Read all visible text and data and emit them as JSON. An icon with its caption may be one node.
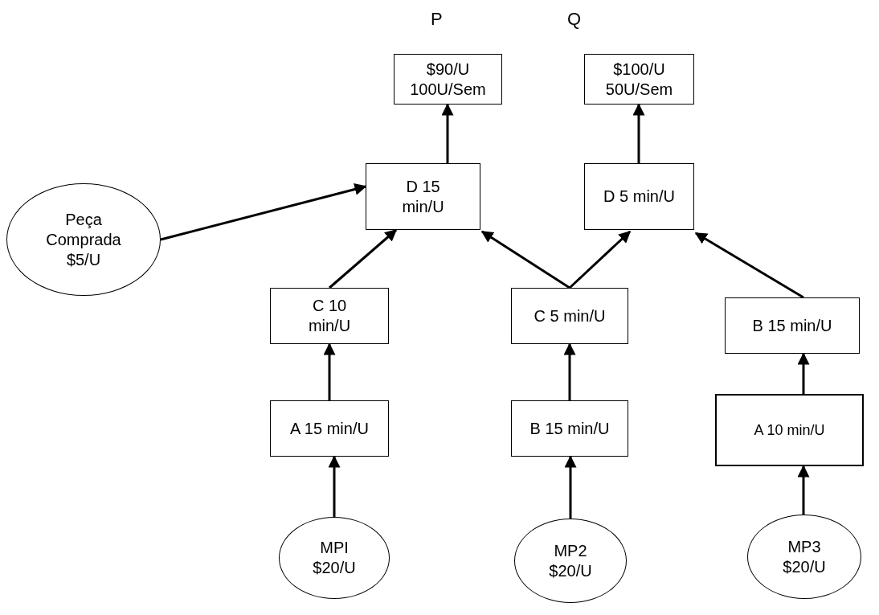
{
  "diagram": {
    "nodes": [
      {
        "text": [
          "P",
          "$90/U 100U/Sem"
        ]
      },
      {
        "text": [
          "Q",
          "$100/U 50U/Sem"
        ]
      },
      {
        "text": [
          "D 15 min/U"
        ]
      },
      {
        "text": [
          "D 5 min/U"
        ]
      },
      {
        "text": [
          "Peça Comprada $5/U"
        ]
      },
      {
        "text": [
          "C 10 min/U"
        ]
      },
      {
        "text": [
          "C 5 min/U"
        ]
      },
      {
        "text": [
          "B 15 min/U"
        ]
      },
      {
        "text": [
          "A 15 min/U"
        ]
      },
      {
        "text": [
          "B 15 min/U"
        ]
      },
      {
        "text": [
          "A 10 min/U"
        ]
      },
      {
        "text": [
          "MPI $20/U"
        ]
      },
      {
        "text": [
          "MP2 $20/U"
        ]
      },
      {
        "text": [
          "MP3 $20/U"
        ]
      }
    ],
    "edges": [
      {
        "from": 2,
        "to": 0,
        "arrow": "to"
      },
      {
        "from": 3,
        "to": 1,
        "arrow": "to"
      },
      {
        "from": 4,
        "to": 2,
        "arrow": "to"
      },
      {
        "from": 5,
        "to": 2,
        "arrow": "to"
      },
      {
        "from": 6,
        "to": 2,
        "arrow": "to"
      },
      {
        "from": 6,
        "to": 3,
        "arrow": "to"
      },
      {
        "from": 7,
        "to": 3,
        "arrow": "to"
      },
      {
        "from": 8,
        "to": 5,
        "arrow": "to"
      },
      {
        "from": 9,
        "to": 6,
        "arrow": "to"
      },
      {
        "from": 10,
        "to": 7,
        "arrow": "to"
      },
      {
        "from": 11,
        "to": 8,
        "arrow": "to"
      },
      {
        "from": 12,
        "to": 9,
        "arrow": "to"
      },
      {
        "from": 13,
        "to": 10,
        "arrow": "to"
      }
    ]
  }
}
